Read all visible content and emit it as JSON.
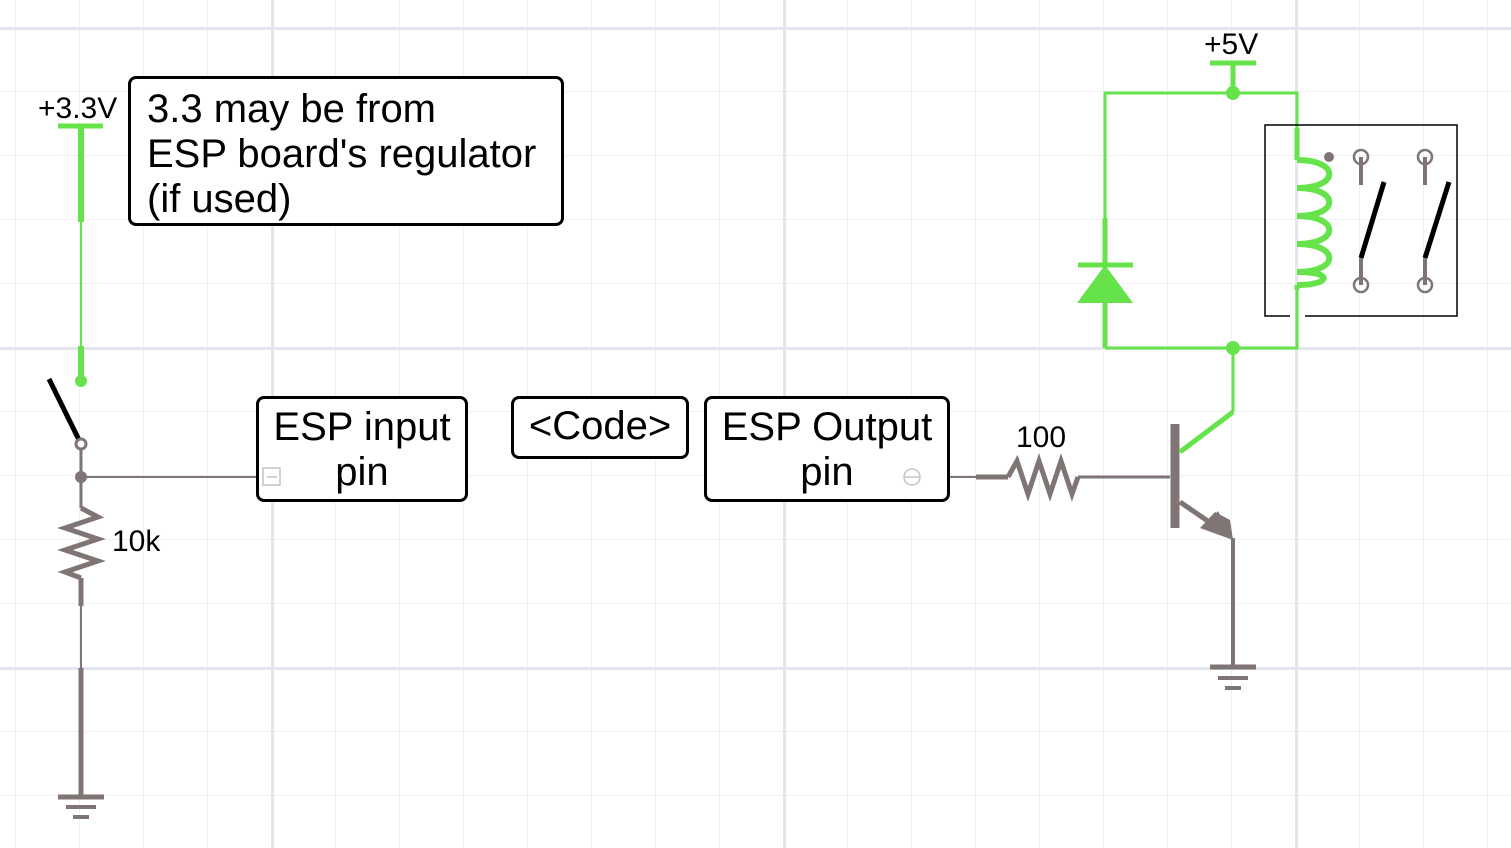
{
  "colors": {
    "wire_green": "#66e34a",
    "wire_gray": "#7f7575",
    "ink": "#000000",
    "grid_major": "#e4e4ef",
    "grid_minor": "#f0f0f6"
  },
  "labels": {
    "supply_3v3": "+3.3V",
    "supply_5v": "+5V",
    "resistor_pulldown": "10k",
    "resistor_base": "100"
  },
  "note": {
    "lines": [
      "3.3 may be from",
      "ESP board's regulator",
      "(if used)"
    ]
  },
  "blocks": {
    "esp_input": {
      "lines": [
        "ESP input",
        "pin"
      ]
    },
    "code": {
      "label": "<Code>"
    },
    "esp_output": {
      "lines": [
        "ESP Output",
        "pin"
      ]
    }
  },
  "components": [
    {
      "name": "power-3v3",
      "icon": "power-rail"
    },
    {
      "name": "push-switch",
      "icon": "switch"
    },
    {
      "name": "pulldown-resistor",
      "icon": "resistor"
    },
    {
      "name": "ground-left",
      "icon": "ground"
    },
    {
      "name": "power-5v",
      "icon": "power-rail"
    },
    {
      "name": "flyback-diode",
      "icon": "diode"
    },
    {
      "name": "relay",
      "icon": "relay-coil-dpst"
    },
    {
      "name": "base-resistor",
      "icon": "resistor"
    },
    {
      "name": "npn-transistor",
      "icon": "npn-transistor"
    },
    {
      "name": "ground-right",
      "icon": "ground"
    }
  ]
}
